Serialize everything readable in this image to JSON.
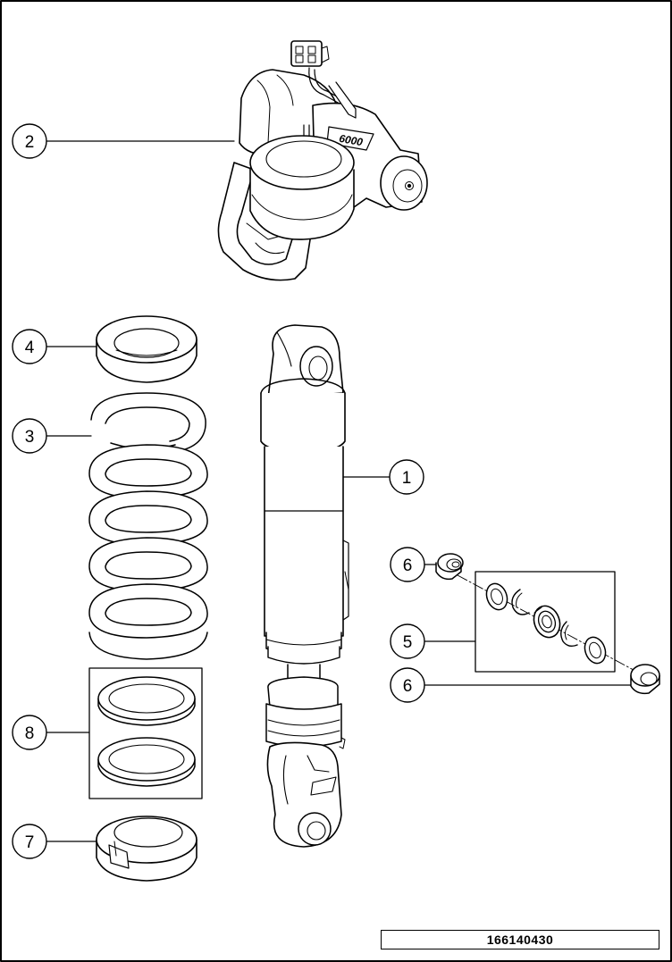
{
  "callouts": [
    {
      "id": "c1",
      "number": "1"
    },
    {
      "id": "c2",
      "number": "2"
    },
    {
      "id": "c3",
      "number": "3"
    },
    {
      "id": "c4",
      "number": "4"
    },
    {
      "id": "c5",
      "number": "5"
    },
    {
      "id": "c6a",
      "number": "6"
    },
    {
      "id": "c6b",
      "number": "6"
    },
    {
      "id": "c7",
      "number": "7"
    },
    {
      "id": "c8",
      "number": "8"
    }
  ],
  "drawing_code": "166140430",
  "reservoir_label": "6000"
}
